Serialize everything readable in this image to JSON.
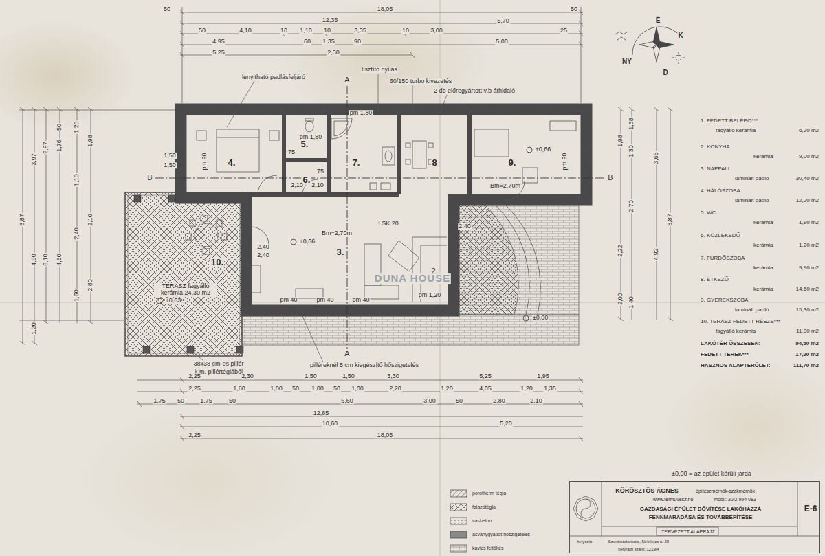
{
  "diagram": {
    "nodes": [
      {
        "text": [
          "4."
        ]
      },
      {
        "text": [
          "5."
        ]
      },
      {
        "text": [
          "6."
        ]
      },
      {
        "text": [
          "7."
        ]
      },
      {
        "text": [
          "8"
        ]
      },
      {
        "text": [
          "9."
        ]
      },
      {
        "text": [
          "3."
        ]
      },
      {
        "text": [
          "10.",
          "TERASZ fagyálló kerámia 24,30 m2"
        ]
      },
      {
        "text": [
          "KÖRÖSZTÖS ÁGNES",
          "építészmérnök-szakmérnök",
          "www.termuvesz.hu",
          "mobil: 30/2 994 083",
          "GAZDASÁGI ÉPÜLET BŐVÍTÉSE LAKÓHÁZZÁ",
          "FENNMARADÁSA ÉS TOVÁBBÉPÍTÉSE",
          "TERVEZETT ALAPRAJZ",
          "E-6",
          "helyszín:",
          "Szentmártonkáta, Nefelejcs u. 20",
          "helyrajzi szám: 1219/4"
        ]
      }
    ],
    "labels": [
      "50",
      "18,05",
      "50",
      "12,35",
      "5,70",
      "50",
      "4,10",
      "10",
      "1,10",
      "10",
      "3,35",
      "10",
      "3,00",
      "25",
      "4,95",
      "60",
      "1,35",
      "90",
      "5,00",
      "5,25",
      "2,30",
      "lenyitható padlásfeljáró",
      "tisztító nyílás",
      "60/150 turbo kivezetés",
      "2 db előregyártott v.b áthidaló",
      "A",
      "A",
      "B",
      "B",
      "pm 90",
      "1,50",
      "1,50",
      "pm 1,80",
      "2,10",
      "75",
      "75",
      "2,10",
      "pm 1,80",
      "Bm=2,70m",
      "±0,66",
      "pm 90",
      "Bm=2,70m",
      "±0,66",
      "2,40",
      "2,40",
      "LSK 20",
      "pm 40",
      "pm 40",
      "pm 40",
      "pm 1,20",
      "2,40",
      "2.",
      "±0,63",
      "±0,00",
      "38x38 cm-es pillér",
      "k.m. pillértéglából",
      "pilléreknél 5 cm kiegészítő hőszigetelés",
      "2,25",
      "2,30",
      "1,50",
      "1,50",
      "3,30",
      "5,25",
      "1,95",
      "2,25",
      "1,80",
      "1,00",
      "50",
      "1,00",
      "50",
      "1,00",
      "2,20",
      "1,20",
      "4,05",
      "1,20",
      "1,35",
      "1,75",
      "50",
      "1,75",
      "50",
      "6,60",
      "3,00",
      "50",
      "2,80",
      "2,10",
      "12,65",
      "10,60",
      "5,20",
      "2,25",
      "18,05",
      "8,87",
      "3,97",
      "4,90",
      "1,20",
      "2,97",
      "6,10",
      "50",
      "1,76",
      "4,50",
      "1,23",
      "1,10",
      "2,40",
      "1,60",
      "1,98",
      "2,10",
      "2,80",
      "1,98",
      "2,22",
      "2,00",
      "1,38",
      "1,30",
      "2,70",
      "1,40",
      "3,65",
      "4,92",
      "8,87",
      "É",
      "K",
      "NY",
      "D",
      "1. FEDETT BELÉPŐ***",
      "fagyálló kerámia",
      "6,20 m2",
      "2. KONYHA",
      "kerámia",
      "9,00 m2",
      "3. NAPPALI",
      "laminált padló",
      "30,40 m2",
      "4. HÁLÓSZOBA",
      "laminált padló",
      "12,20 m2",
      "5. WC",
      "kerámia",
      "1,90 m2",
      "6. KÖZLEKEDŐ",
      "kerámia",
      "1,20 m2",
      "7. FÜRDŐSZOBA",
      "kerámia",
      "9,90 m2",
      "8. ÉTKEZŐ",
      "kerámia",
      "14,60 m2",
      "9. GYEREKSZOBA",
      "laminált padló",
      "15,30 m2",
      "10. TERASZ FEDETT RÉSZE***",
      "fagyálló kerámia",
      "11,00 m2",
      "LAKÓTÉR ÖSSZESEN:",
      "94,50 m2",
      "FEDETT TEREK***",
      "17,20 m2",
      "HASZNOS ALAPTERÜLET:",
      "111,70 m2",
      "±0,00 = az épület körüli járda",
      "DUNA HOUSE"
    ],
    "legend": [
      {
        "text": "porotherm tégla"
      },
      {
        "text": "falazótégla"
      },
      {
        "text": "vasbeton"
      },
      {
        "text": "ásványgyapot hőszigetelés"
      },
      {
        "text": "kavics feltöltés"
      }
    ]
  }
}
